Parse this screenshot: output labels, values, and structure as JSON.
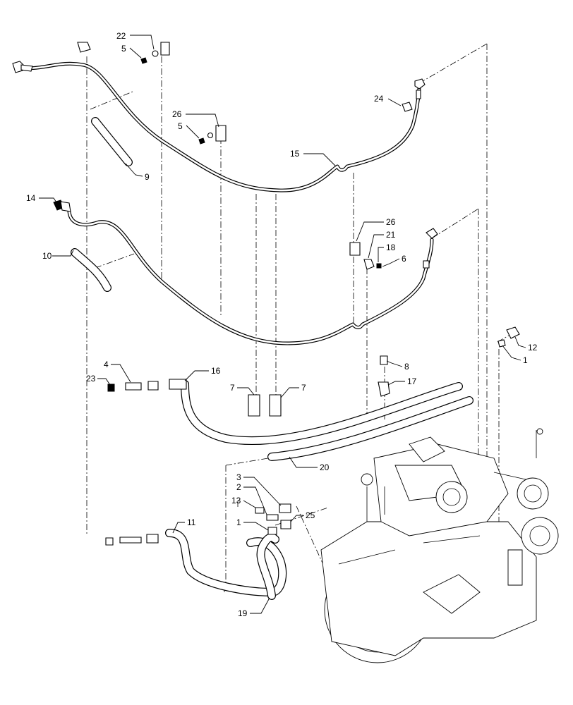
{
  "callouts": [
    "22",
    "5",
    "24",
    "26",
    "5",
    "15",
    "9",
    "14",
    "26",
    "21",
    "18",
    "6",
    "10",
    "12",
    "1",
    "8",
    "4",
    "16",
    "23",
    "7",
    "7",
    "17",
    "20",
    "3",
    "2",
    "13",
    "25",
    "1",
    "11",
    "19"
  ]
}
